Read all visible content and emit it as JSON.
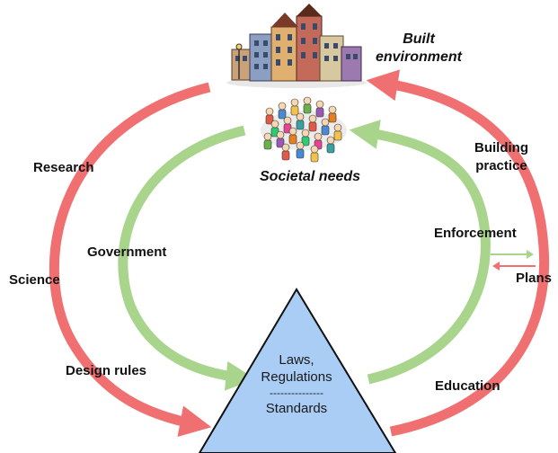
{
  "colors": {
    "outer_cycle": "#f07071",
    "inner_cycle": "#a8d48c",
    "triangle_fill": "#a9cdf5",
    "triangle_stroke": "#111111",
    "small_arrow_green": "#a8d48c",
    "small_arrow_red": "#f07071"
  },
  "icons": {
    "buildings": "city-buildings-icon",
    "people": "crowd-people-icon"
  },
  "labels": {
    "built_environment_line1": "Built",
    "built_environment_line2": "environment",
    "societal_needs": "Societal needs",
    "research": "Research",
    "science": "Science",
    "design_rules": "Design rules",
    "government": "Government",
    "building_practice_line1": "Building",
    "building_practice_line2": "practice",
    "enforcement": "Enforcement",
    "plans": "Plans",
    "education": "Education"
  },
  "triangle": {
    "line1": "Laws,",
    "line2": "Regulations",
    "separator": "---------------",
    "line3": "Standards"
  }
}
